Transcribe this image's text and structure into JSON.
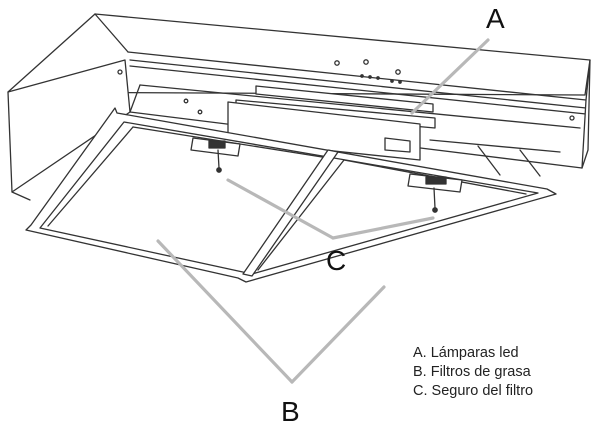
{
  "diagram": {
    "callouts": {
      "a": "A",
      "b": "B",
      "c": "C"
    },
    "legend": [
      "A. Lámparas led",
      "B. Filtros de grasa",
      "C. Seguro del filtro"
    ],
    "colors": {
      "line": "#333333",
      "leader": "#b8b8b8",
      "background": "#ffffff"
    }
  }
}
